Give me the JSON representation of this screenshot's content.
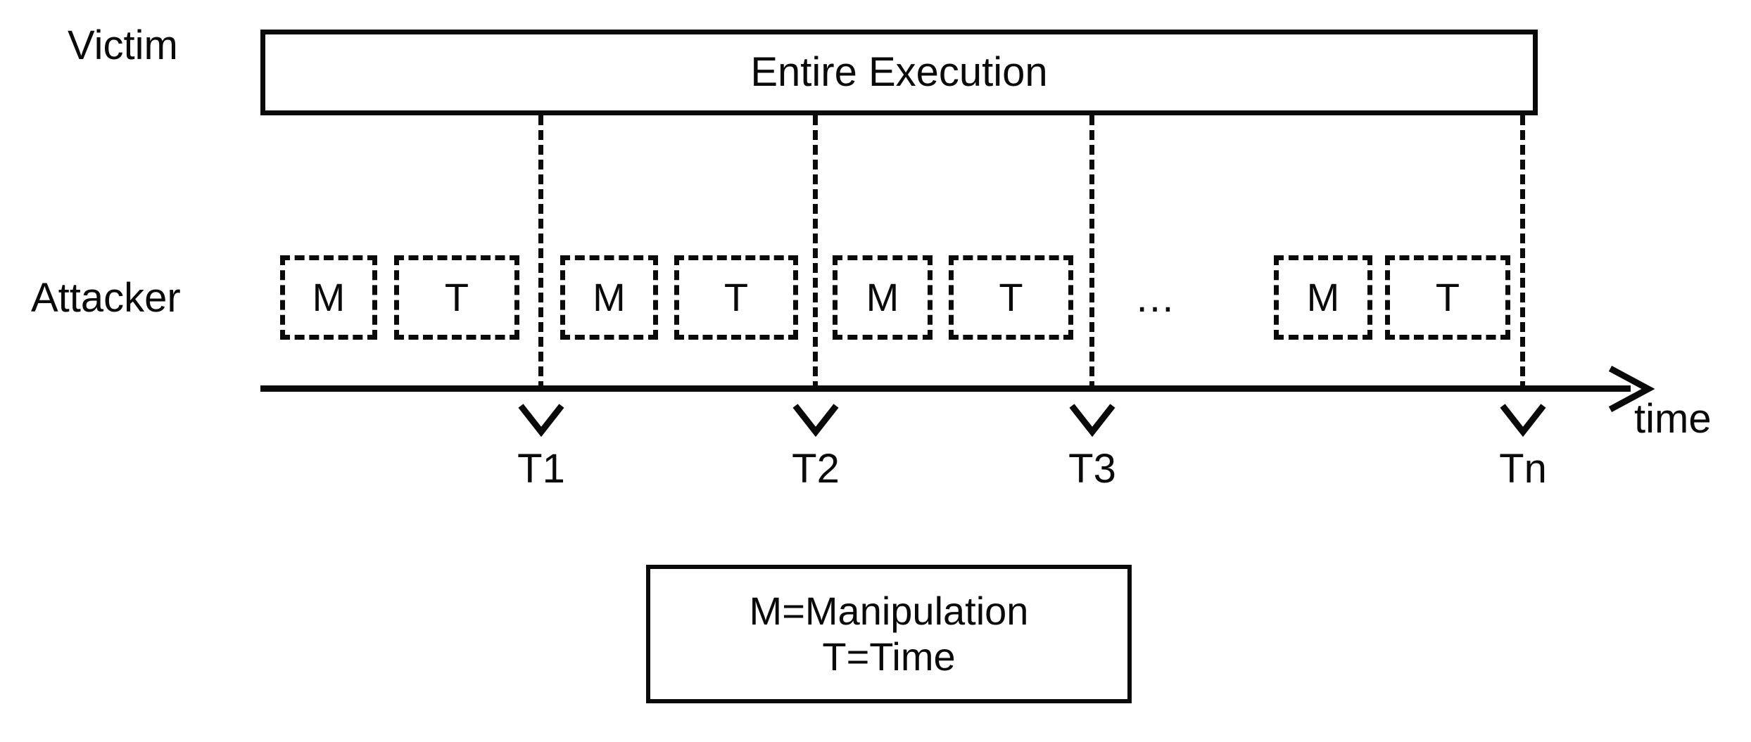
{
  "diagram": {
    "title": "Attacker timing-manipulation interleaving timeline",
    "colors": {
      "stroke": "#0a0a0a",
      "background": "#ffffff"
    },
    "rows": {
      "victim": {
        "label": "Victim",
        "bar_text": "Entire Execution"
      },
      "attacker": {
        "label": "Attacker",
        "ellipsis": "…",
        "groups": [
          {
            "manipulation": "M",
            "time": "T"
          },
          {
            "manipulation": "M",
            "time": "T"
          },
          {
            "manipulation": "M",
            "time": "T"
          },
          {
            "manipulation": "M",
            "time": "T"
          }
        ]
      }
    },
    "axis": {
      "label": "time",
      "ticks": [
        {
          "name": "T1"
        },
        {
          "name": "T2"
        },
        {
          "name": "T3"
        },
        {
          "name": "Tn"
        }
      ]
    },
    "legend": {
      "lines": [
        "M=Manipulation",
        "T=Time"
      ]
    }
  }
}
